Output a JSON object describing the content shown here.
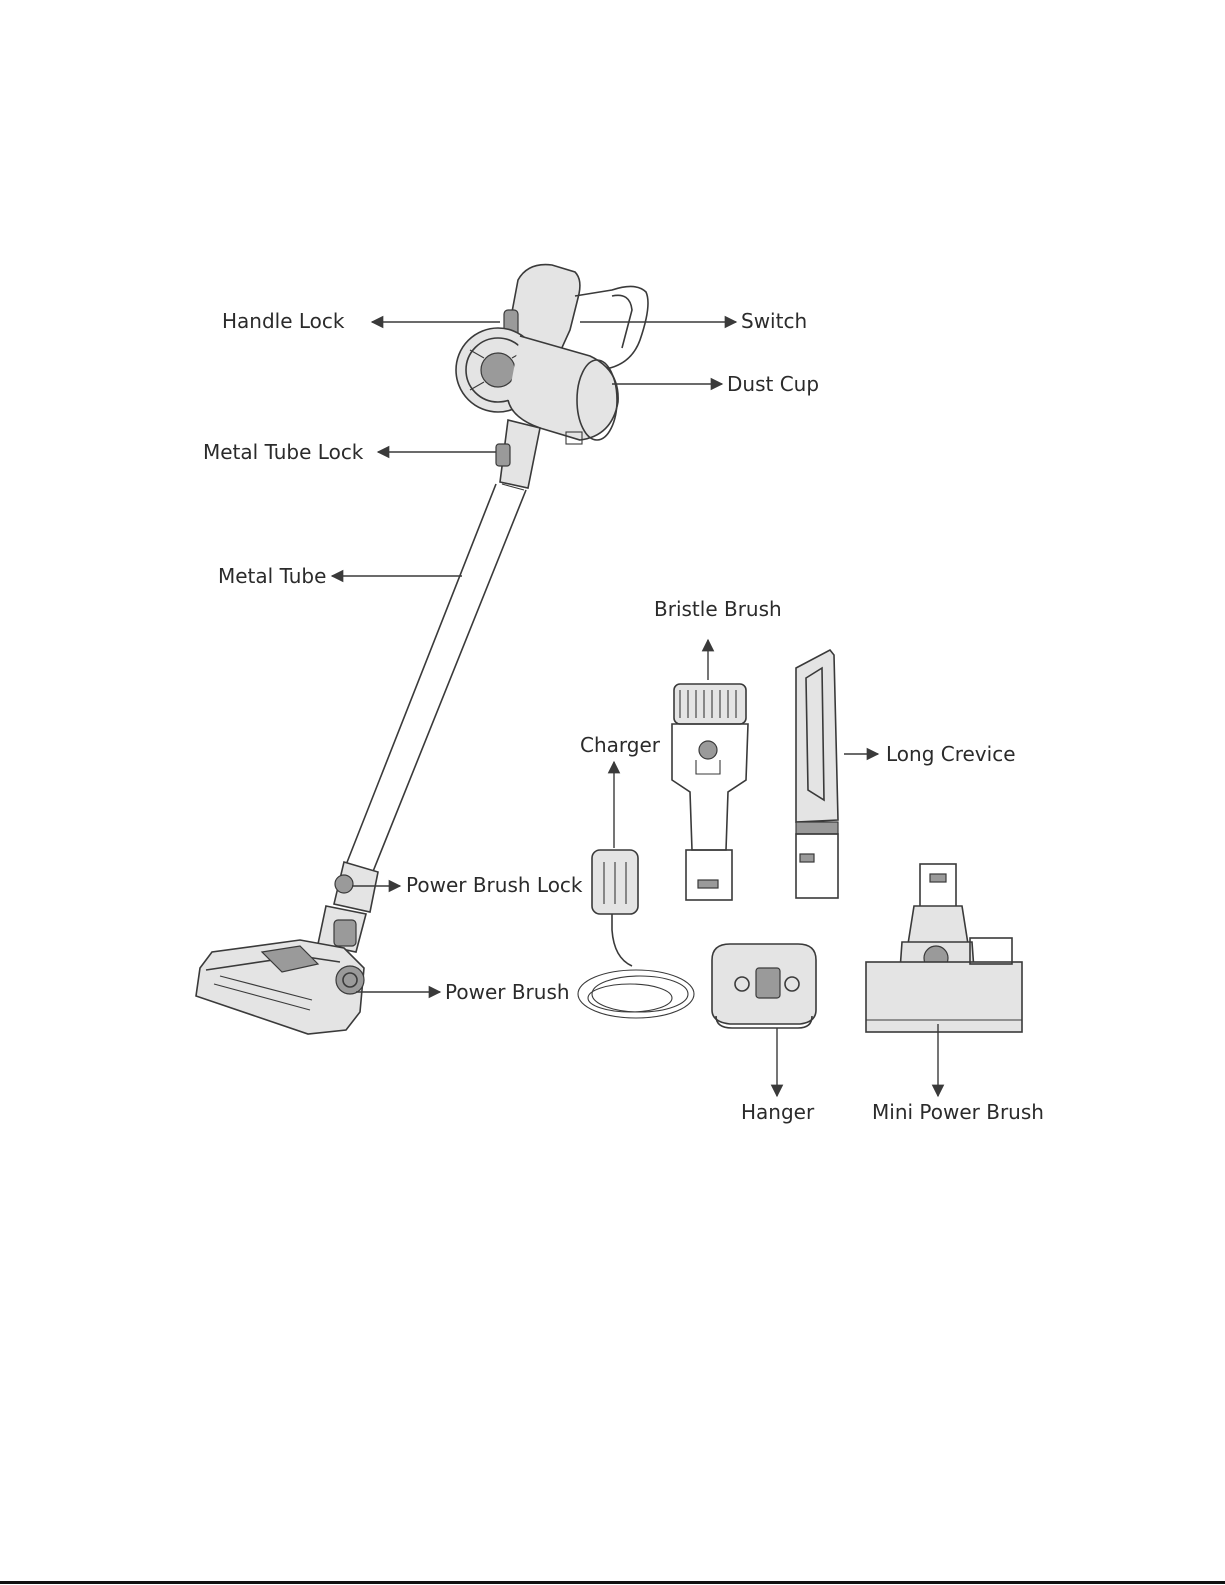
{
  "labels": {
    "handle_lock": "Handle Lock",
    "switch": "Switch",
    "dust_cup": "Dust Cup",
    "metal_tube_lock": "Metal Tube Lock",
    "metal_tube": "Metal Tube",
    "bristle_brush": "Bristle Brush",
    "charger": "Charger",
    "long_crevice": "Long Crevice",
    "power_brush_lock": "Power Brush Lock",
    "power_brush": "Power Brush",
    "hanger": "Hanger",
    "mini_power_brush": "Mini Power Brush"
  }
}
